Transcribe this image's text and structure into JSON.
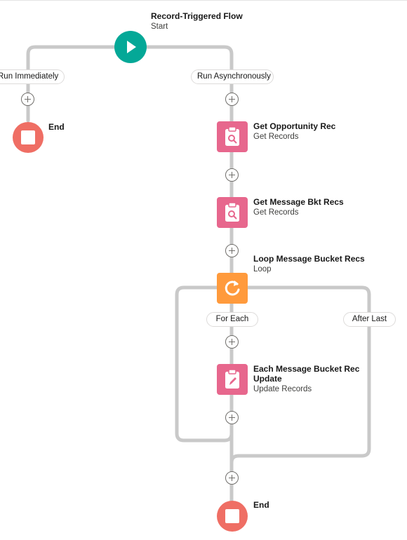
{
  "start": {
    "title": "Record-Triggered Flow",
    "subtitle": "Start"
  },
  "paths": {
    "immediate": "Run Immediately",
    "async": "Run Asynchronously"
  },
  "end_left": {
    "title": "End"
  },
  "get_opportunity": {
    "title": "Get Opportunity Rec",
    "subtitle": "Get Records"
  },
  "get_message": {
    "title": "Get Message Bkt Recs",
    "subtitle": "Get Records"
  },
  "loop": {
    "title": "Loop Message Bucket Recs",
    "subtitle": "Loop"
  },
  "loop_paths": {
    "for_each": "For Each",
    "after_last": "After Last"
  },
  "update": {
    "title_line1": "Each Message Bucket Rec",
    "title_line2": "Update",
    "subtitle": "Update Records"
  },
  "end_bottom": {
    "title": "End"
  },
  "colors": {
    "start": "#04a897",
    "end": "#ef6e64",
    "data_element": "#e7678d",
    "loop": "#ff9a3c",
    "connector": "#c9c9c9"
  },
  "icons": {
    "start": "play-icon",
    "end": "stop-icon",
    "get_records": "clipboard-search-icon",
    "loop": "loop-arrow-icon",
    "update": "clipboard-pencil-icon",
    "add": "plus-icon"
  }
}
